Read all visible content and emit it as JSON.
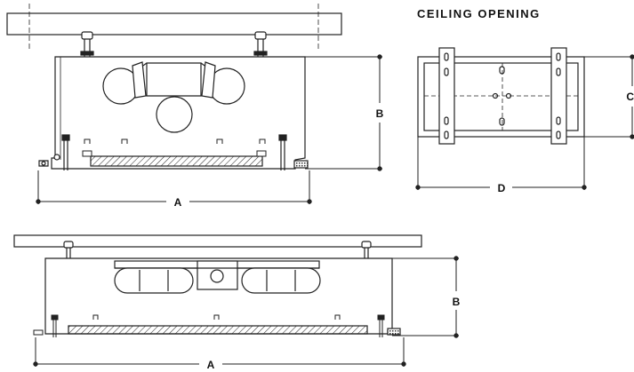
{
  "heading": "CEILING OPENING",
  "dimensions": {
    "top_width": "A",
    "top_height": "B",
    "opening_height": "C",
    "opening_width": "D",
    "bottom_width": "A",
    "bottom_height": "B"
  }
}
